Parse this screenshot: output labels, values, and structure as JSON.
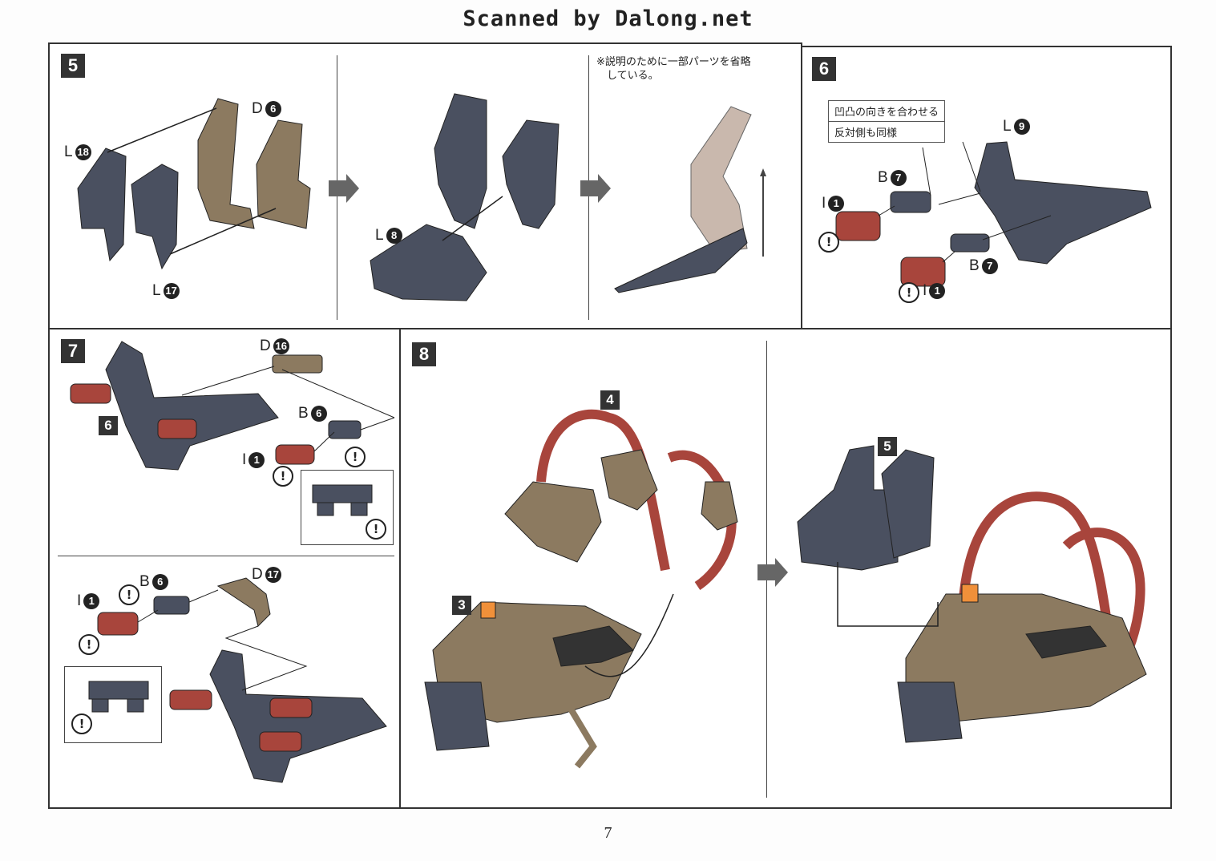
{
  "header": {
    "title": "Scanned by Dalong.net"
  },
  "page_number": "7",
  "colors": {
    "dark_part": "#4a5060",
    "tan_part": "#8c7a60",
    "red_part": "#a8453c",
    "light_part": "#c9b8ad",
    "orange_part": "#f0903a"
  },
  "steps": {
    "s5": {
      "number": "5",
      "labels": {
        "d6": {
          "letter": "D",
          "num": "6"
        },
        "l18": {
          "letter": "L",
          "num": "18"
        },
        "l17": {
          "letter": "L",
          "num": "17"
        },
        "l8": {
          "letter": "L",
          "num": "8"
        }
      },
      "note": "※説明のために一部パーツを省略\n　している。"
    },
    "s6": {
      "number": "6",
      "callout": [
        "凹凸の向きを合わせる",
        "反対側も同様"
      ],
      "labels": {
        "l9": {
          "letter": "L",
          "num": "9"
        },
        "b7a": {
          "letter": "B",
          "num": "7"
        },
        "i1a": {
          "letter": "I",
          "num": "1"
        },
        "b7b": {
          "letter": "B",
          "num": "7"
        },
        "i1b": {
          "letter": "I",
          "num": "1"
        }
      }
    },
    "s7": {
      "number": "7",
      "ref": "6",
      "labels": {
        "d16": {
          "letter": "D",
          "num": "16"
        },
        "b6a": {
          "letter": "B",
          "num": "6"
        },
        "i1a": {
          "letter": "I",
          "num": "1"
        },
        "b6b": {
          "letter": "B",
          "num": "6"
        },
        "d17": {
          "letter": "D",
          "num": "17"
        },
        "i1b": {
          "letter": "I",
          "num": "1"
        }
      }
    },
    "s8": {
      "number": "8",
      "tags": {
        "t4": "4",
        "t3": "3",
        "t5": "5"
      }
    }
  },
  "icons": {
    "warning": "!",
    "arrow": "arrow-right-icon"
  }
}
